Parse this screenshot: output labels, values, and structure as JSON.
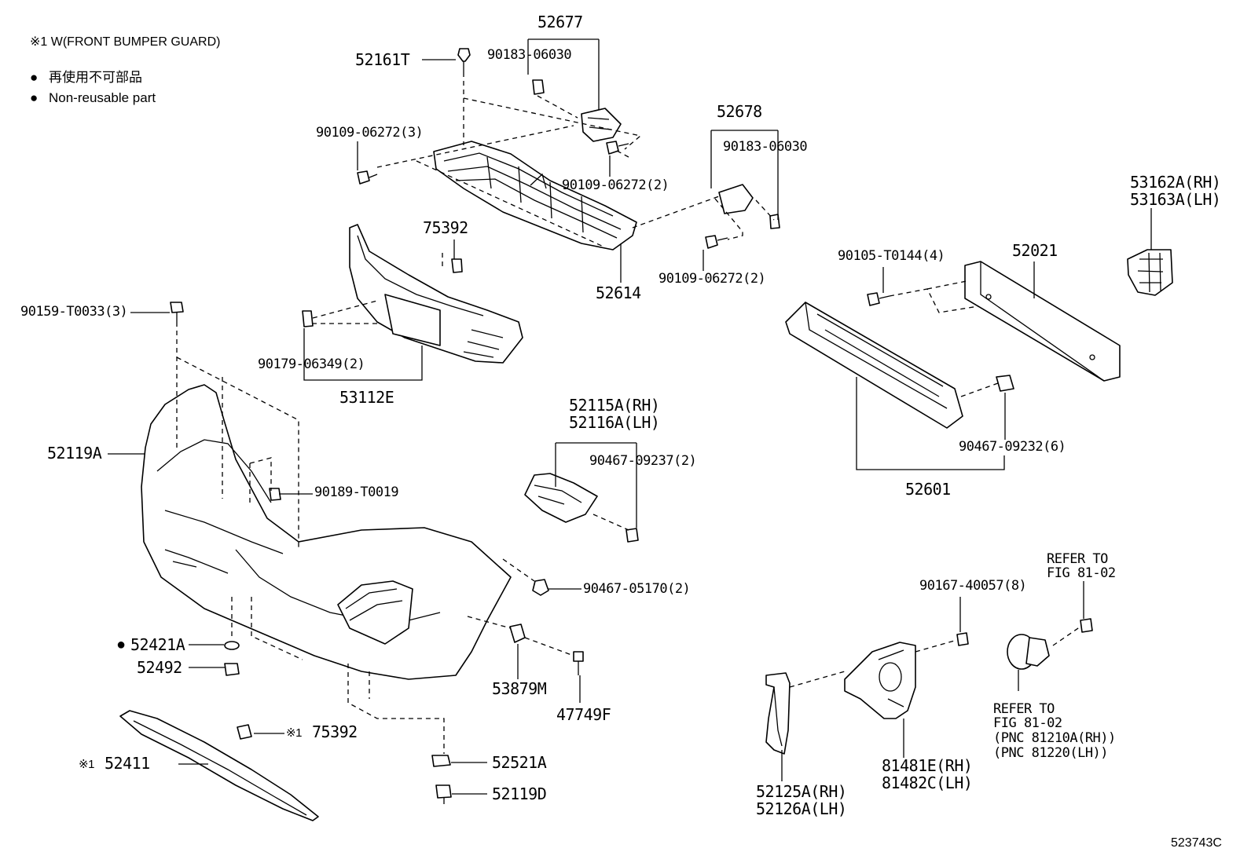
{
  "legend": {
    "note_w": "※1 W(FRONT BUMPER GUARD)",
    "bullet": "●",
    "line_jp": "再使用不可部品",
    "line_en": "Non-reusable part"
  },
  "figure_code": "523743C",
  "labels": {
    "p52677": "52677",
    "p90183_a": "90183-06030",
    "p52161T": "52161T",
    "p90109_3": "90109-06272(3)",
    "p90109_2a": "90109-06272(2)",
    "p52678": "52678",
    "p90183_b": "90183-06030",
    "p90109_2b": "90109-06272(2)",
    "p52614": "52614",
    "p75392_top": "75392",
    "p90159": "90159-T0033(3)",
    "p90179": "90179-06349(2)",
    "p53112E": "53112E",
    "p53162A": "53162A(RH)",
    "p53163A": "53163A(LH)",
    "p90105": "90105-T0144(4)",
    "p52021": "52021",
    "p52115A": "52115A(RH)",
    "p52116A": "52116A(LH)",
    "p90467_09237": "90467-09237(2)",
    "p90467_09232": "90467-09232(6)",
    "p52601": "52601",
    "p52119A": "52119A",
    "p90189": "90189-T0019",
    "p90467_05170": "90467-05170(2)",
    "p52421A": "52421A",
    "p52421A_mark": "●",
    "p52492": "52492",
    "p53879M": "53879M",
    "p47749F": "47749F",
    "p75392_guard": "75392",
    "p75392_mark": "※1",
    "p52411": "52411",
    "p52411_mark": "※1",
    "p52521A": "52521A",
    "p52119D": "52119D",
    "refer_top_1": "REFER TO",
    "refer_top_2": "FIG 81-02",
    "p90167": "90167-40057(8)",
    "refer_bot_1": "REFER TO",
    "refer_bot_2": "FIG 81-02",
    "refer_bot_3": "(PNC 81210A(RH))",
    "refer_bot_4": "(PNC 81220(LH))",
    "p81481E": "81481E(RH)",
    "p81482C": "81482C(LH)",
    "p52125A": "52125A(RH)",
    "p52126A": "52126A(LH)"
  }
}
